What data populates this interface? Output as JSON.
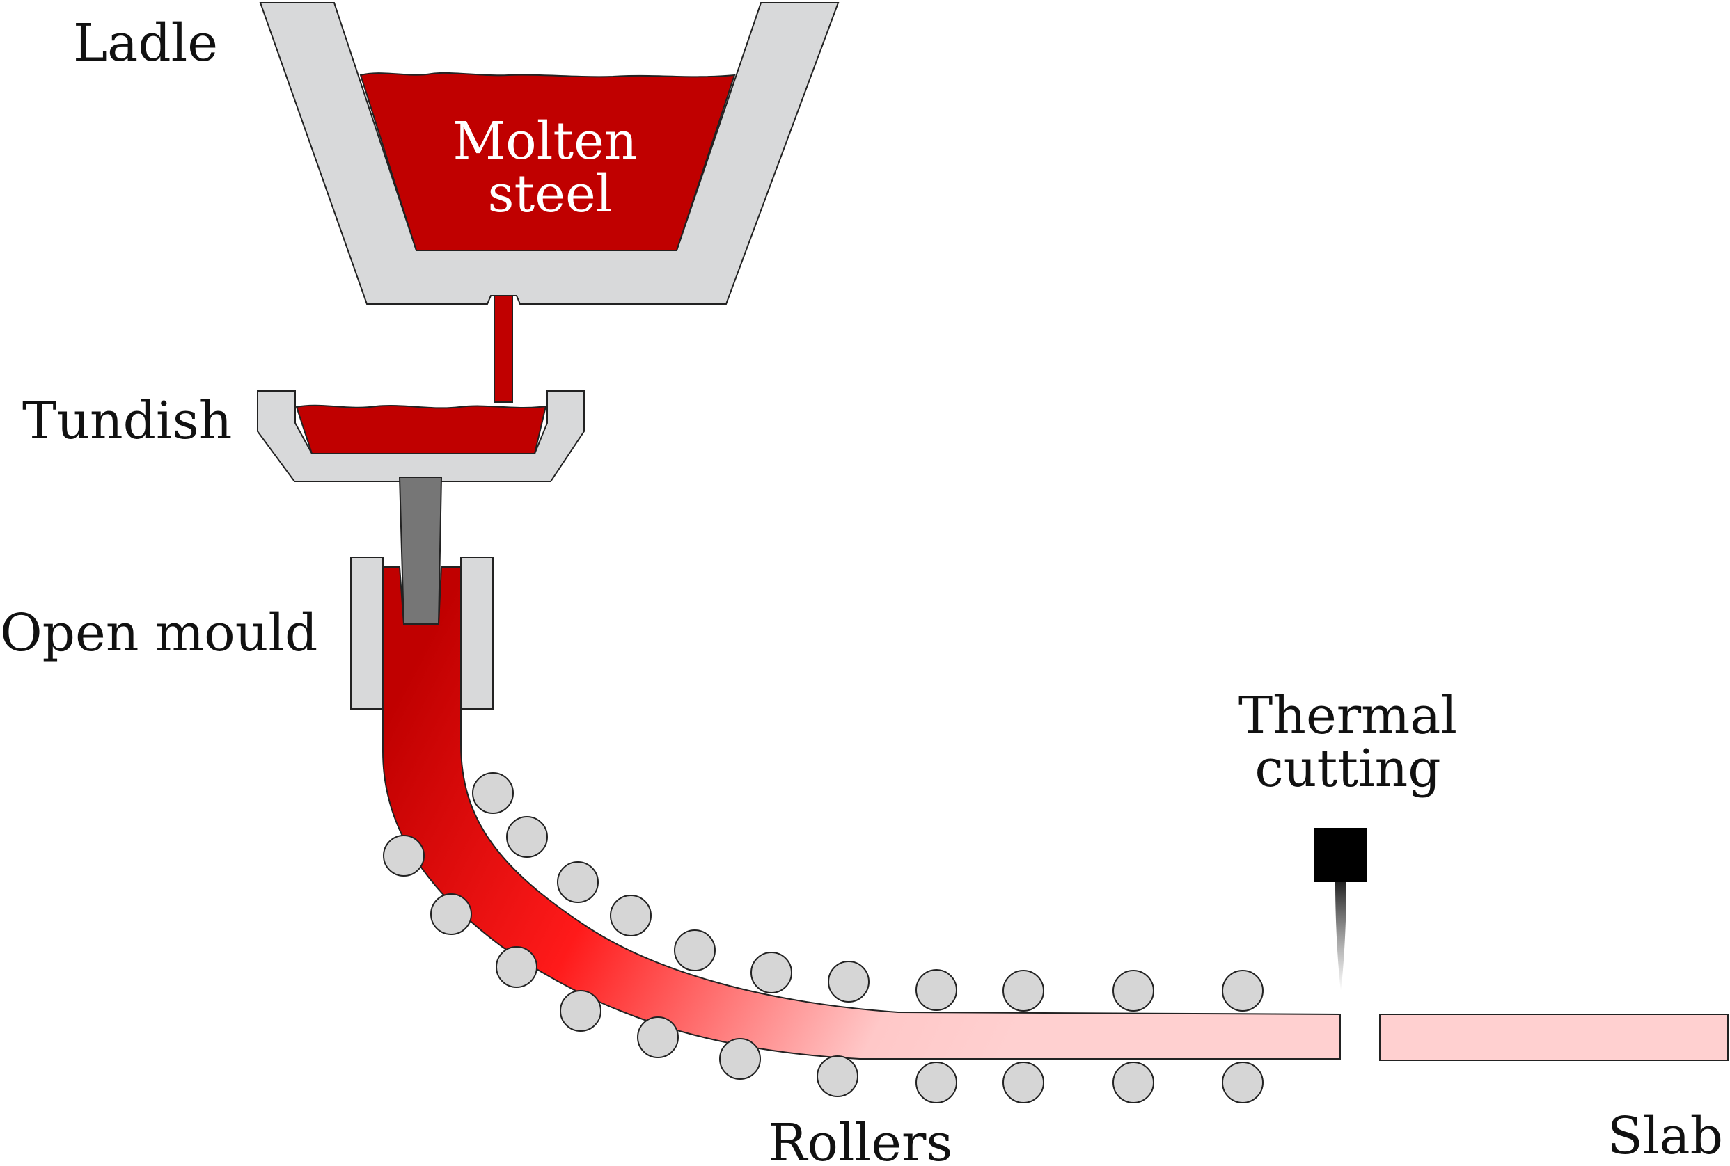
{
  "labels": {
    "ladle": "Ladle",
    "molten_line1": "Molten",
    "molten_line2": "steel",
    "tundish": "Tundish",
    "open_mould": "Open mould",
    "thermal_line1": "Thermal",
    "thermal_line2": "cutting",
    "rollers": "Rollers",
    "slab": "Slab"
  },
  "colors": {
    "molten_steel": "#c00000",
    "hot_steel_bright": "#ff1a1a",
    "cooled_steel": "#ffd0d0",
    "refractory_grey": "#d8d9da",
    "nozzle_grey": "#767676",
    "roller_grey": "#d6d6d6",
    "cutter_black": "#000000",
    "outline": "#222222"
  },
  "icons": {
    "cutter": "thermal-cutter-icon",
    "roller": "roller-icon"
  }
}
